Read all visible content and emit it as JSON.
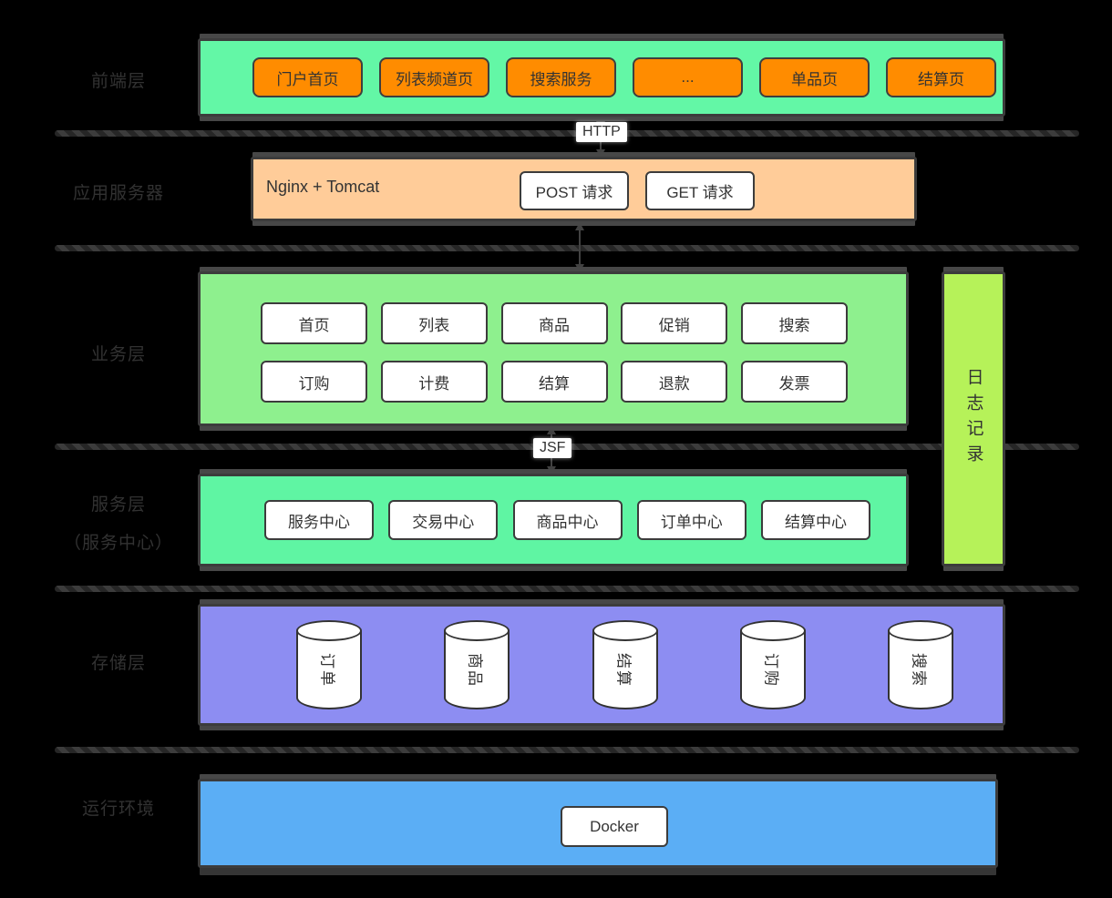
{
  "labels": {
    "frontend": "前端层",
    "app_server": "应用服务器",
    "business": "业务层",
    "service": "服务层",
    "service_sub": "（服务中心）",
    "storage": "存储层",
    "runtime": "运行环境"
  },
  "connectors": {
    "http": "HTTP",
    "jsf": "JSF"
  },
  "frontend": {
    "pages": [
      "门户首页",
      "列表频道页",
      "搜索服务",
      "...",
      "单品页",
      "结算页"
    ]
  },
  "app_server": {
    "title": "Nginx + Tomcat",
    "requests": [
      "POST 请求",
      "GET 请求"
    ]
  },
  "business": {
    "modules": [
      "首页",
      "列表",
      "商品",
      "促销",
      "搜索",
      "订购",
      "计费",
      "结算",
      "退款",
      "发票"
    ]
  },
  "log_bar": {
    "text": "日志记录"
  },
  "service": {
    "centers": [
      "服务中心",
      "交易中心",
      "商品中心",
      "订单中心",
      "结算中心"
    ]
  },
  "storage": {
    "databases": [
      "订单",
      "商品",
      "结算",
      "订购",
      "搜索"
    ]
  },
  "runtime": {
    "platform": "Docker"
  },
  "colors": {
    "mint_green": "#63f7a6",
    "light_green": "#8ef08e",
    "yellow_green": "#b6f259",
    "orange": "#ff8c00",
    "peach": "#ffcc99",
    "purple": "#8d8df2",
    "blue": "#5baef5",
    "node_white": "#ffffff",
    "background": "#000000",
    "line": "#3c3c3c"
  }
}
